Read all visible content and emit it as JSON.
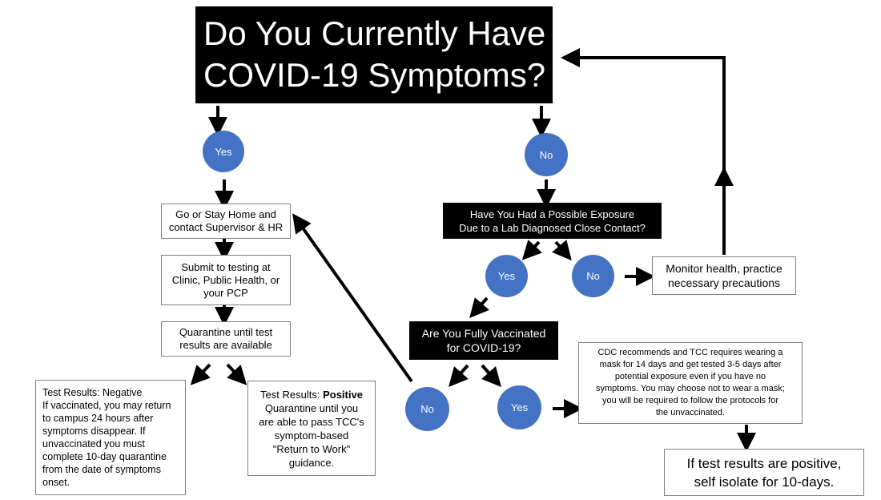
{
  "title": {
    "line1": "Do You Currently Have",
    "line2": "COVID-19 Symptoms?"
  },
  "nodes": {
    "yes_top": "Yes",
    "no_top": "No",
    "go_home": [
      "Go or Stay Home and",
      "contact Supervisor & HR"
    ],
    "submit_testing": [
      "Submit to testing at",
      "Clinic, Public Health, or",
      "your PCP"
    ],
    "quarantine": [
      "Quarantine until test",
      "results are available"
    ],
    "negative": {
      "heading": "Test Results: Negative",
      "lines": [
        "If vaccinated, you may return",
        "to campus 24 hours after",
        "symptoms disappear. If",
        "unvaccinated you must",
        "complete 10-day quarantine",
        "from the date of symptoms",
        "onset."
      ]
    },
    "positive": {
      "heading_prefix": "Test Results: ",
      "heading_bold": "Positive",
      "lines": [
        "Quarantine until you",
        "are able to pass TCC's",
        "symptom-based",
        "\"Return to Work\"",
        "guidance."
      ]
    },
    "exposure_question": [
      "Have You Had a Possible Exposure",
      "Due to a Lab Diagnosed Close Contact?"
    ],
    "yes_exposure": "Yes",
    "no_exposure": "No",
    "monitor": [
      "Monitor health, practice",
      "necessary precautions"
    ],
    "vaccinated_question": [
      "Are You Fully Vaccinated",
      "for COVID-19?"
    ],
    "no_vaccinated": "No",
    "yes_vaccinated": "Yes",
    "cdc": [
      "CDC recommends and TCC requires  wearing a",
      "mask for 14 days and get tested 3-5 days after",
      "potential exposure even if you have no",
      "symptoms. You may choose not to wear a mask;",
      "you will be required to follow the protocols  for",
      "the unvaccinated."
    ],
    "self_isolate": [
      "If test results are positive,",
      "self isolate for 10-days."
    ]
  },
  "colors": {
    "circle_fill": "#4472c4",
    "black_box": "#000000",
    "box_border": "#7f7f7f"
  }
}
